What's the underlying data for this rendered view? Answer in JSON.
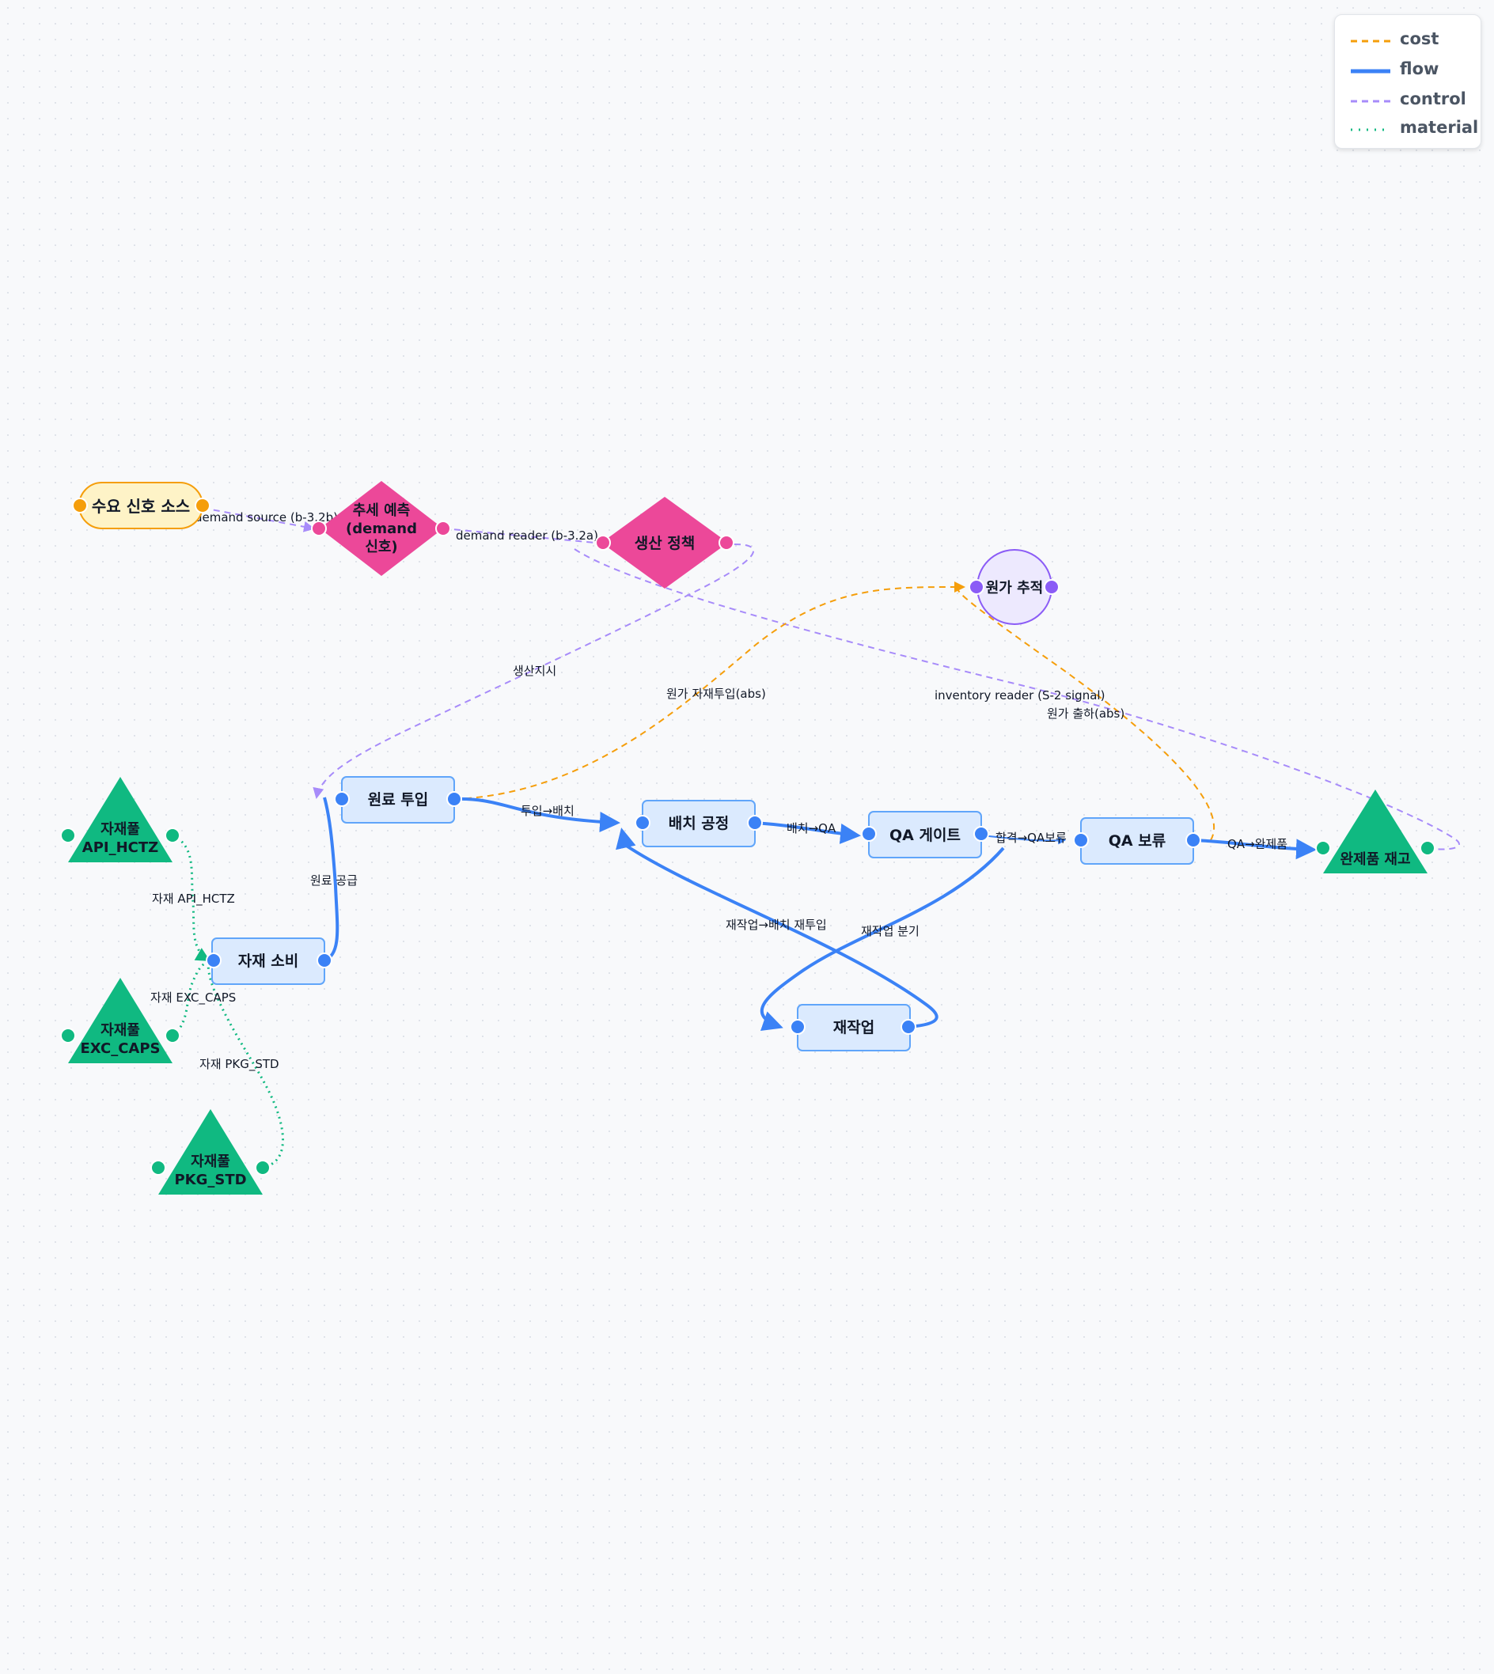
{
  "legend": [
    {
      "label": "cost",
      "color": "#f59e0b",
      "style": "dashed"
    },
    {
      "label": "flow",
      "color": "#3b82f6",
      "style": "solid"
    },
    {
      "label": "control",
      "color": "#a78bfa",
      "style": "dashed"
    },
    {
      "label": "material",
      "color": "#10b981",
      "style": "dotted"
    }
  ],
  "nodes": {
    "demand_source": {
      "label": "수요 신호 소스",
      "kind": "source",
      "color": "#f59e0b"
    },
    "trend_forecast": {
      "lines": [
        "추세 예측",
        "(demand",
        "신호)"
      ],
      "kind": "decision",
      "color": "#ec4899"
    },
    "production_policy": {
      "label": "생산 정책",
      "kind": "decision",
      "color": "#ec4899"
    },
    "cost_tracking": {
      "label": "원가 추적",
      "kind": "aggregator",
      "color": "#8b5cf6"
    },
    "raw_input": {
      "label": "원료 투입",
      "kind": "process",
      "color": "#3b82f6"
    },
    "batch_process": {
      "label": "배치 공정",
      "kind": "process",
      "color": "#3b82f6"
    },
    "qa_gate": {
      "label": "QA 게이트",
      "kind": "process",
      "color": "#3b82f6"
    },
    "qa_hold": {
      "label": "QA 보류",
      "kind": "process",
      "color": "#3b82f6"
    },
    "finished_inventory": {
      "label": "완제품 재고",
      "kind": "stock",
      "color": "#10b981"
    },
    "material_consume": {
      "label": "자재 소비",
      "kind": "process",
      "color": "#3b82f6"
    },
    "rework": {
      "label": "재작업",
      "kind": "process",
      "color": "#3b82f6"
    },
    "pool_api": {
      "lines": [
        "자재풀",
        "API_HCTZ"
      ],
      "kind": "stock",
      "color": "#10b981"
    },
    "pool_exc": {
      "lines": [
        "자재풀",
        "EXC_CAPS"
      ],
      "kind": "stock",
      "color": "#10b981"
    },
    "pool_pkg": {
      "lines": [
        "자재풀",
        "PKG_STD"
      ],
      "kind": "stock",
      "color": "#10b981"
    }
  },
  "edges": {
    "demand_source_label": "demand source (b-3.2b)",
    "demand_reader_label": "demand reader (b-3.2a)",
    "production_order": "생산지시",
    "cost_material_input": "원가 자재투입(abs)",
    "inventory_reader": "inventory reader (S-2 signal)",
    "cost_shipment": "원가 출하(abs)",
    "raw_supply": "원료 공급",
    "input_to_batch": "투입→배치",
    "batch_to_qa": "배치→QA",
    "pass_to_hold": "합격→QA보류",
    "qa_to_finished": "QA→완제품",
    "rework_reentry": "재작업→배치 재투입",
    "rework_branch": "재작업 분기",
    "material_api": "자재 API_HCTZ",
    "material_exc": "자재 EXC_CAPS",
    "material_pkg": "자재 PKG_STD"
  }
}
